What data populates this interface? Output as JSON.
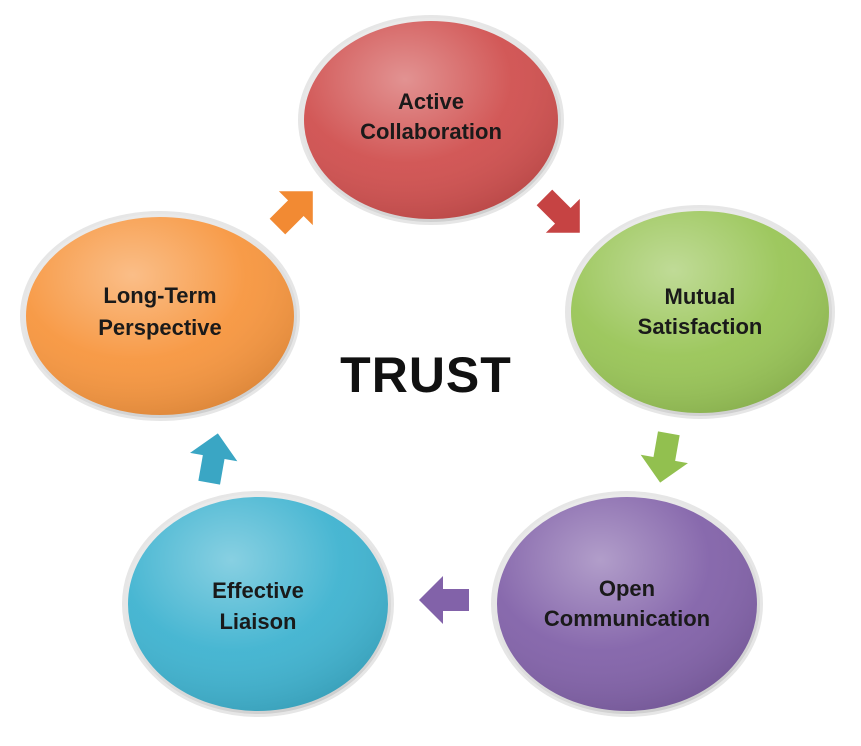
{
  "center": {
    "label": "TRUST"
  },
  "nodes": [
    {
      "id": "active-collaboration",
      "line1": "Active",
      "line2": "Collaboration",
      "color": "#D0504F"
    },
    {
      "id": "mutual-satisfaction",
      "line1": "Mutual",
      "line2": "Satisfaction",
      "color": "#99C557"
    },
    {
      "id": "open-communication",
      "line1": "Open",
      "line2": "Communication",
      "color": "#8262A9"
    },
    {
      "id": "effective-liaison",
      "line1": "Effective",
      "line2": "Liaison",
      "color": "#3FB3D0"
    },
    {
      "id": "long-term-perspective",
      "line1": "Long-Term",
      "line2": "Perspective",
      "color": "#F7963F"
    }
  ],
  "arrows": [
    {
      "from": "active-collaboration",
      "to": "mutual-satisfaction",
      "color": "#C64343"
    },
    {
      "from": "mutual-satisfaction",
      "to": "open-communication",
      "color": "#92C04F"
    },
    {
      "from": "open-communication",
      "to": "effective-liaison",
      "color": "#8262A9"
    },
    {
      "from": "effective-liaison",
      "to": "long-term-perspective",
      "color": "#3AA6C4"
    },
    {
      "from": "long-term-perspective",
      "to": "active-collaboration",
      "color": "#F28A33"
    }
  ]
}
